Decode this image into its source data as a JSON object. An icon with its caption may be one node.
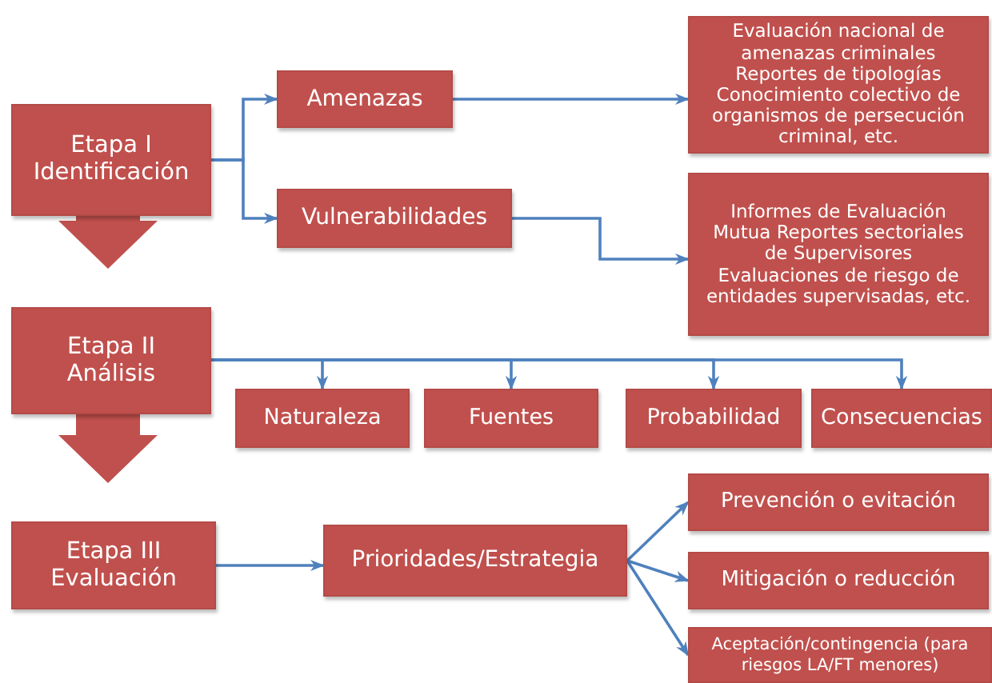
{
  "diagram": {
    "nodes": [
      {
        "text": [
          "Etapa I Identificación"
        ]
      },
      {
        "text": [
          "Amenazas"
        ]
      },
      {
        "text": [
          "Vulnerabilidades"
        ]
      },
      {
        "text": [
          "Evaluación nacional de amenazas criminales Reportes de tipologías Conocimiento colectivo de organismos de persecución criminal, etc."
        ]
      },
      {
        "text": [
          "Informes de Evaluación Mutua Reportes sectoriales de Supervisores Evaluaciones de riesgo de entidades supervisadas, etc."
        ]
      },
      {
        "text": [
          "Etapa II Análisis"
        ]
      },
      {
        "text": [
          "Naturaleza"
        ]
      },
      {
        "text": [
          "Fuentes"
        ]
      },
      {
        "text": [
          "Probabilidad"
        ]
      },
      {
        "text": [
          "Consecuencias"
        ]
      },
      {
        "text": [
          "Etapa III Evaluación"
        ]
      },
      {
        "text": [
          "Prioridades/Estrategia"
        ]
      },
      {
        "text": [
          "Prevención o evitación"
        ]
      },
      {
        "text": [
          "Mitigación o reducción"
        ]
      },
      {
        "text": [
          "Aceptación/contingencia (para riesgos LA/FT menores)"
        ]
      }
    ],
    "edges": [
      {
        "from": 0,
        "to": 1,
        "arrow": "to"
      },
      {
        "from": 0,
        "to": 2,
        "arrow": "to"
      },
      {
        "from": 1,
        "to": 3,
        "arrow": "to"
      },
      {
        "from": 2,
        "to": 4,
        "arrow": "to"
      },
      {
        "from": 0,
        "to": 5,
        "arrow": "to",
        "style": "thick",
        "color": "#c0504d"
      },
      {
        "from": 5,
        "to": 6,
        "arrow": "to"
      },
      {
        "from": 5,
        "to": 7,
        "arrow": "to"
      },
      {
        "from": 5,
        "to": 8,
        "arrow": "to"
      },
      {
        "from": 5,
        "to": 9,
        "arrow": "to"
      },
      {
        "from": 5,
        "to": 10,
        "arrow": "to",
        "style": "thick",
        "color": "#c0504d"
      },
      {
        "from": 10,
        "to": 11,
        "arrow": "to"
      },
      {
        "from": 11,
        "to": 12,
        "arrow": "to"
      },
      {
        "from": 11,
        "to": 13,
        "arrow": "to"
      },
      {
        "from": 11,
        "to": 14,
        "arrow": "to"
      }
    ]
  }
}
